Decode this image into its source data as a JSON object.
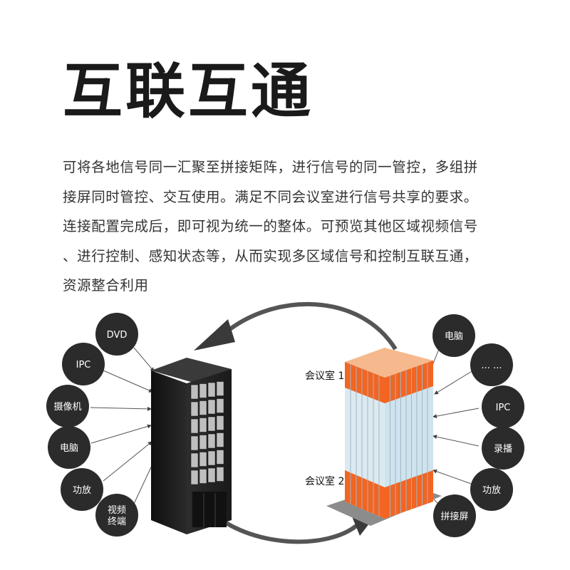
{
  "title": "互联互通",
  "description": [
    "可将各地信号同一汇聚至拼接矩阵，进行信号的同一管控，多组拼",
    "接屏同时管控、交互使用。满足不同会议室进行信号共享的要求。",
    "连接配置完成后，即可视为统一的整体。可预览其他区域视频信号",
    "、进行控制、感知状态等，从而实现多区域信号和控制互联互通，",
    "资源整合利用"
  ],
  "left_devices": [
    {
      "label": "DVD"
    },
    {
      "label": "IPC"
    },
    {
      "label": "摄像机"
    },
    {
      "label": "电脑"
    },
    {
      "label": "功放"
    },
    {
      "label": "视频",
      "label2": "终端"
    }
  ],
  "right_devices": [
    {
      "label": "电脑"
    },
    {
      "label": "... ..."
    },
    {
      "label": "IPC"
    },
    {
      "label": "录播"
    },
    {
      "label": "功放"
    },
    {
      "label": "拼接屏"
    }
  ],
  "rooms": {
    "room1": "会议室 1",
    "room2": "会议室 2"
  },
  "colors": {
    "circle": "#2b2b2b",
    "building_orange": "#f26522",
    "glass": "#cfe3ee",
    "rack": "#1c1c1c"
  },
  "icons": [
    "server-rack-icon",
    "office-building-icon",
    "cycle-arrow-icon"
  ]
}
